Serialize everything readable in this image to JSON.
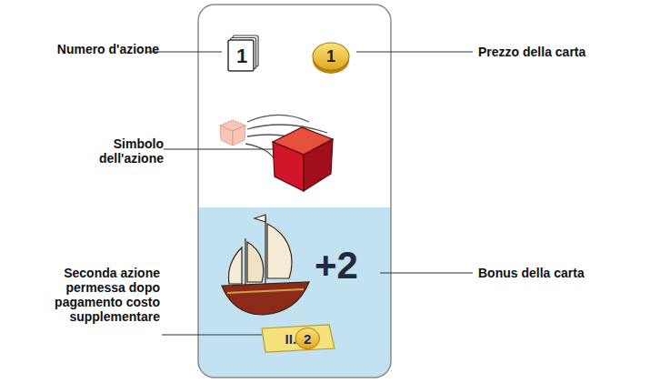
{
  "diagram": {
    "nodes": [
      {
        "text": [
          "1"
        ]
      },
      {
        "text": [
          "1"
        ]
      },
      {
        "text": [
          "II.",
          "2"
        ]
      }
    ],
    "labels": [
      "Numero d'azione",
      "Prezzo della carta",
      "Simbolo dell'azione",
      "+2",
      "Bonus della carta",
      "Seconda azione permessa dopo pagamento costo supplementare"
    ]
  }
}
